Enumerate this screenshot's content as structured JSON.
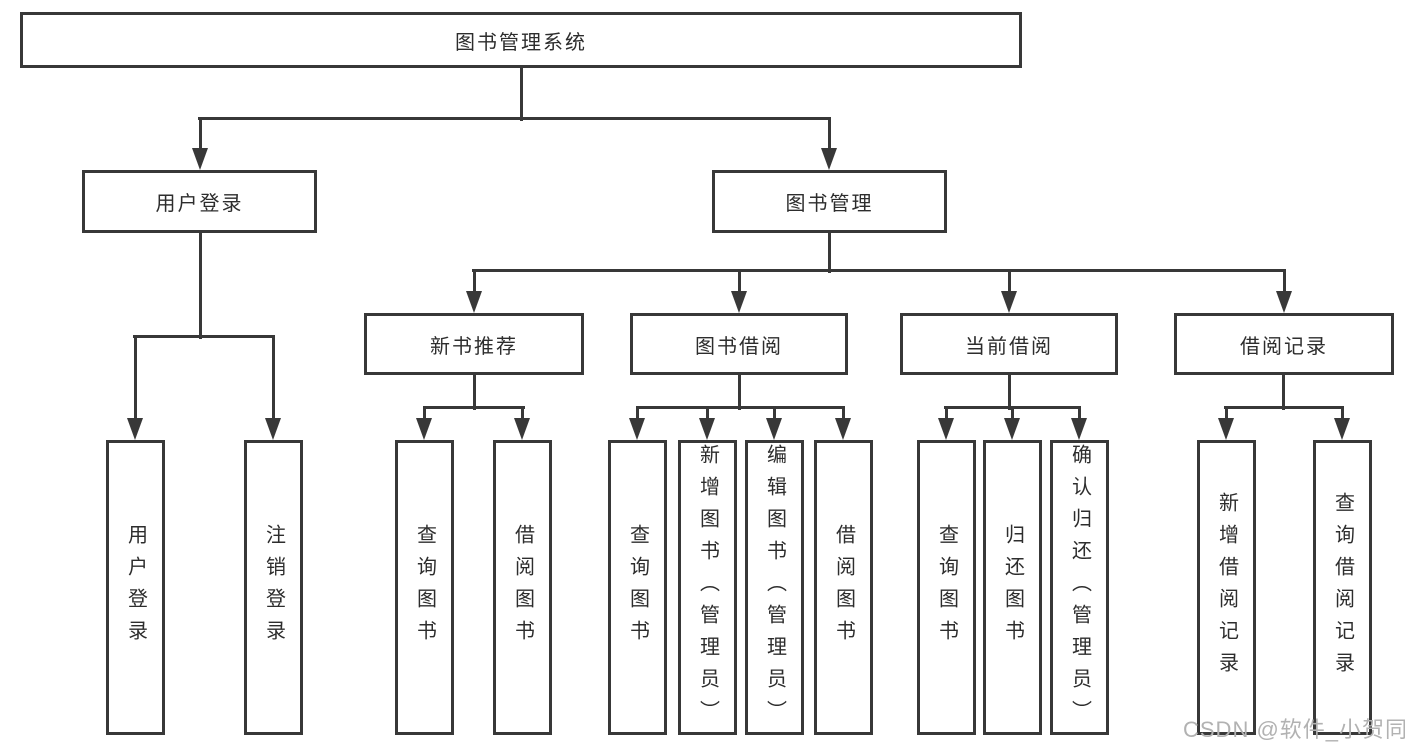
{
  "tree": {
    "label": "图书管理系统",
    "children": [
      {
        "label": "用户登录",
        "children": [
          {
            "label": "用户登录"
          },
          {
            "label": "注销登录"
          }
        ]
      },
      {
        "label": "图书管理",
        "children": [
          {
            "label": "新书推荐",
            "children": [
              {
                "label": "查询图书"
              },
              {
                "label": "借阅图书"
              }
            ]
          },
          {
            "label": "图书借阅",
            "children": [
              {
                "label": "查询图书"
              },
              {
                "label": "新增图书（管理员）"
              },
              {
                "label": "编辑图书（管理员）"
              },
              {
                "label": "借阅图书"
              }
            ]
          },
          {
            "label": "当前借阅",
            "children": [
              {
                "label": "查询图书"
              },
              {
                "label": "归还图书"
              },
              {
                "label": "确认归还（管理员）"
              }
            ]
          },
          {
            "label": "借阅记录",
            "children": [
              {
                "label": "新增借阅记录"
              },
              {
                "label": "查询借阅记录"
              }
            ]
          }
        ]
      }
    ]
  },
  "watermark": {
    "text": "CSDN @软件_小贺同学",
    "color": "#b2b2b2"
  },
  "colors": {
    "line": "#383838",
    "text": "#2d2d2d",
    "background": "#ffffff"
  }
}
